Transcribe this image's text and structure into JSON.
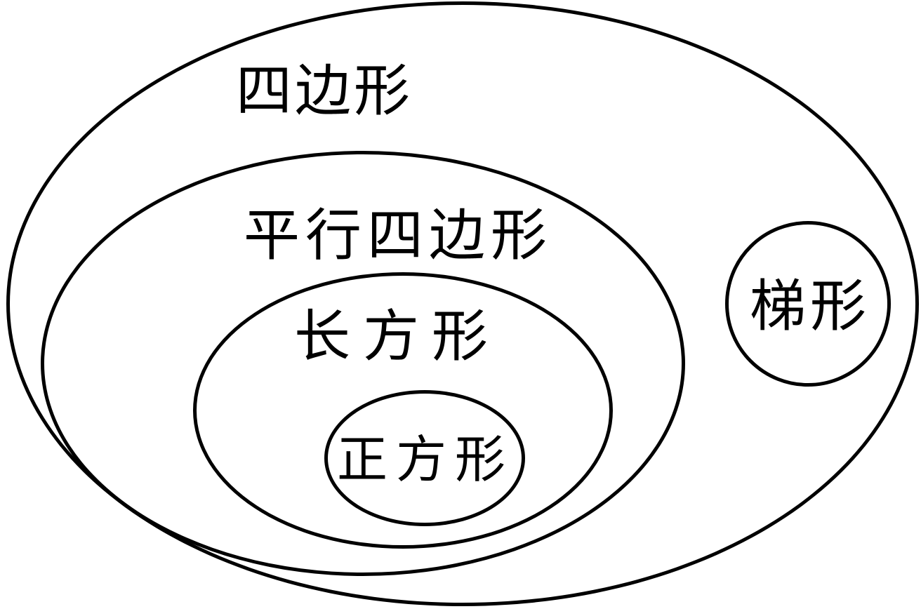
{
  "diagram": {
    "title": "quadrilateral-classification-euler-diagram",
    "stroke_color": "#000000",
    "background_color": "#ffffff",
    "labels": {
      "quadrilateral": "四边形",
      "parallelogram": "平行四边形",
      "rectangle": "长方形",
      "square": "正方形",
      "trapezoid": "梯形"
    },
    "hierarchy": [
      "四边形 > 平行四边形 > 长方形 > 正方形",
      "四边形 > 梯形"
    ]
  }
}
